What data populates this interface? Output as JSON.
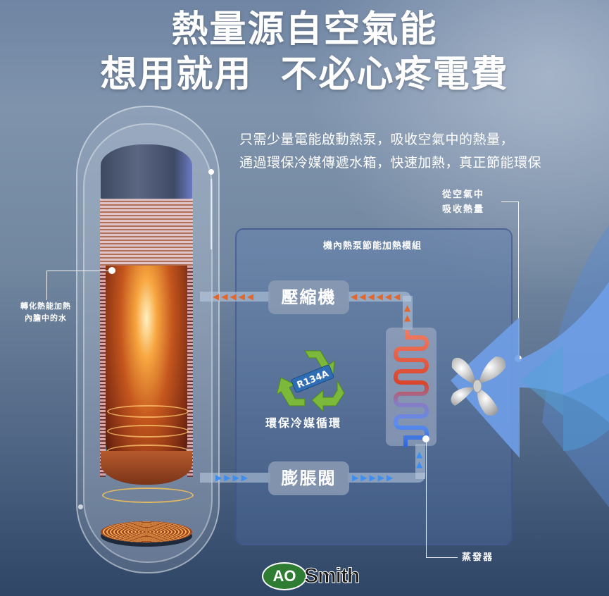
{
  "header": {
    "title_line1": "熱量源自空氣能",
    "title_line2": "想用就用  不必心疼電費"
  },
  "description": {
    "line1": "只需少量電能啟動熱泵，吸收空氣中的熱量，",
    "line2": "通過環保冷媒傳遞水箱，快速加熱，真正節能環保"
  },
  "callouts": {
    "air_absorb": {
      "line1": "從空氣中",
      "line2": "吸收熱量"
    },
    "tank_water": {
      "line1": "轉化熱能加熱",
      "line2": "內膽中的水"
    },
    "evaporator": "蒸發器"
  },
  "module": {
    "title": "機內熱泵節能加熱模組",
    "compressor": "壓縮機",
    "expansion_valve": "膨脹閥",
    "refrigerant_badge": "R134A",
    "refrigerant_cycle": "環保冷媒循環"
  },
  "arrows": {
    "hot": "◀◀◀◀◀",
    "hot_right": "◀◀◀◀◀◀",
    "cold": "▶▶▶▶",
    "cold_right": "▶▶▶▶▶"
  },
  "colors": {
    "hot_flow": "#e2672c",
    "cold_flow": "#3d8ef0",
    "air_flow": "#6f9ee8",
    "brand_green": "#2e7d32"
  },
  "brand": {
    "ao": "AO",
    "smith": "Smith"
  }
}
